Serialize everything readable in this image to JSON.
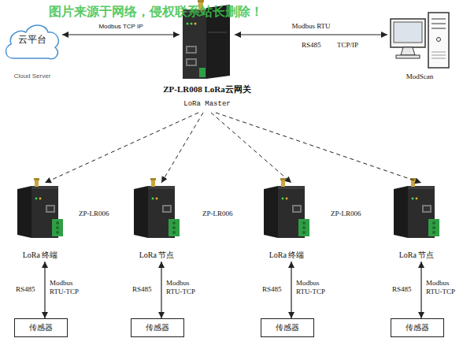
{
  "diagram": {
    "nodes": [
      {
        "text": [
          "云平台",
          "Cloud Server"
        ]
      },
      {
        "text": [
          "ZP-LR008 LoRa云网关",
          "LoRa Master"
        ]
      },
      {
        "text": [
          "ModScan"
        ]
      },
      {
        "text": [
          "LoRa 终端"
        ]
      },
      {
        "text": [
          "LoRa 节点"
        ]
      },
      {
        "text": [
          "LoRa 终端"
        ]
      },
      {
        "text": [
          "LoRa 节点"
        ]
      },
      {
        "text": [
          "传感器"
        ]
      },
      {
        "text": [
          "传感器"
        ]
      },
      {
        "text": [
          "传感器"
        ]
      },
      {
        "text": [
          "传感器"
        ]
      }
    ],
    "edges": [
      {
        "from": 0,
        "to": 1,
        "arrow": "both",
        "label": "Modbus TCP IP"
      },
      {
        "from": 1,
        "to": 2,
        "arrow": "both",
        "label": "Modbus RTU"
      },
      {
        "from": 1,
        "to": 3,
        "arrow": "to"
      },
      {
        "from": 1,
        "to": 4,
        "arrow": "to"
      },
      {
        "from": 1,
        "to": 5,
        "arrow": "to"
      },
      {
        "from": 1,
        "to": 6,
        "arrow": "to"
      },
      {
        "from": 3,
        "to": 7,
        "arrow": "both",
        "label": "Modbus RTU-TCP"
      },
      {
        "from": 4,
        "to": 8,
        "arrow": "both",
        "label": "Modbus RTU-TCP"
      },
      {
        "from": 5,
        "to": 9,
        "arrow": "both",
        "label": "Modbus RTU-TCP"
      },
      {
        "from": 6,
        "to": 10,
        "arrow": "both",
        "label": "Modbus RTU-TCP"
      }
    ],
    "labels": [
      "图片来源于网络，侵权联系站长删除！",
      "RS485",
      "TCP/IP",
      "ZP-LR006",
      "ZP-LR006",
      "ZP-LR006",
      "RS485",
      "RS485",
      "RS485",
      "RS485"
    ]
  }
}
